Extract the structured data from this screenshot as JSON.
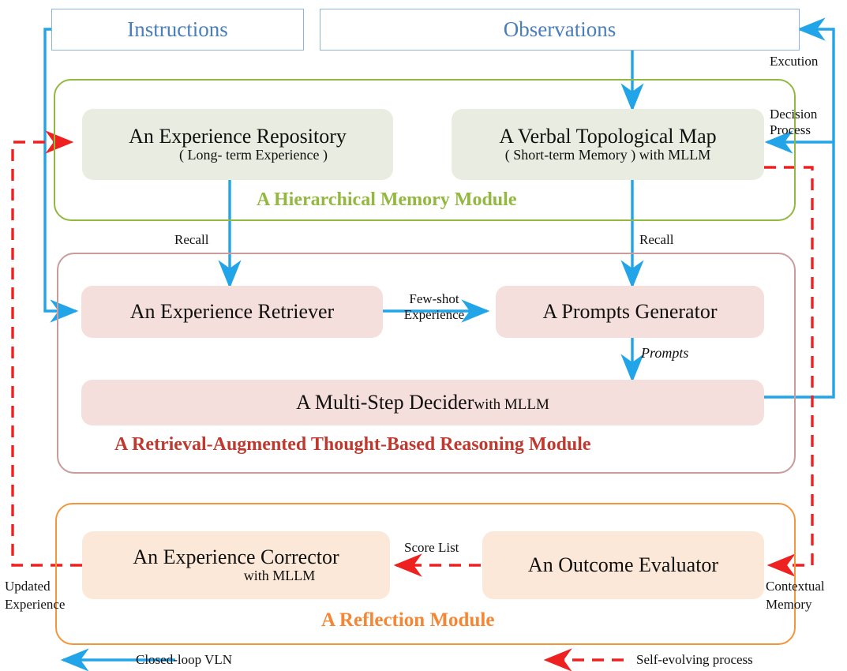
{
  "diagram": {
    "title": "Closed-loop VLN agent architecture",
    "colors": {
      "blue_flow": "#22a5e8",
      "red_flow": "#ef2020",
      "io_border": "#8cb4e0",
      "io_text": "#4a7ebb",
      "memory_green": "#93b83f",
      "memory_fill": "#e9ece0",
      "reasoning_rose": "#cb9a9a",
      "reasoning_title": "#c0392f",
      "reasoning_fill": "#f5dfdc",
      "reflection_orange": "#f2963c",
      "reflection_title": "#f58634",
      "reflection_fill": "#fbe8d8"
    }
  },
  "io": {
    "instructions": "Instructions",
    "observations": "Observations"
  },
  "modules": {
    "memory": {
      "title": "A Hierarchical Memory Module",
      "nodes": [
        {
          "main": "An Experience Repository",
          "sub": "( Long- term Experience )"
        },
        {
          "main": "A Verbal Topological Map",
          "sub": "( Short-term Memory )  with MLLM"
        }
      ]
    },
    "reasoning": {
      "title": "A Retrieval-Augmented Thought-Based Reasoning Module",
      "nodes": [
        {
          "main": "An Experience Retriever"
        },
        {
          "main": "A Prompts Generator"
        },
        {
          "main": "A Multi-Step Decider",
          "inline": "with MLLM"
        }
      ]
    },
    "reflection": {
      "title": "A Reflection Module",
      "nodes": [
        {
          "main": "An Experience Corrector",
          "sub": "with MLLM"
        },
        {
          "main": "An Outcome Evaluator"
        }
      ]
    }
  },
  "edge_labels": {
    "execution": "Excution",
    "decision_process_l1": "Decision",
    "decision_process_l2": "Process",
    "recall_left": "Recall",
    "recall_right": "Recall",
    "few_shot_l1": "Few-shot",
    "few_shot_l2": "Experience",
    "prompts": "Prompts",
    "score_list": "Score List",
    "updated_experience_l1": "Updated",
    "updated_experience_l2": "Experience",
    "contextual_memory_l1": "Contextual",
    "contextual_memory_l2": "Memory"
  },
  "legend": {
    "closed_loop": "Closed-loop VLN",
    "self_evolving": "Self-evolving process"
  }
}
